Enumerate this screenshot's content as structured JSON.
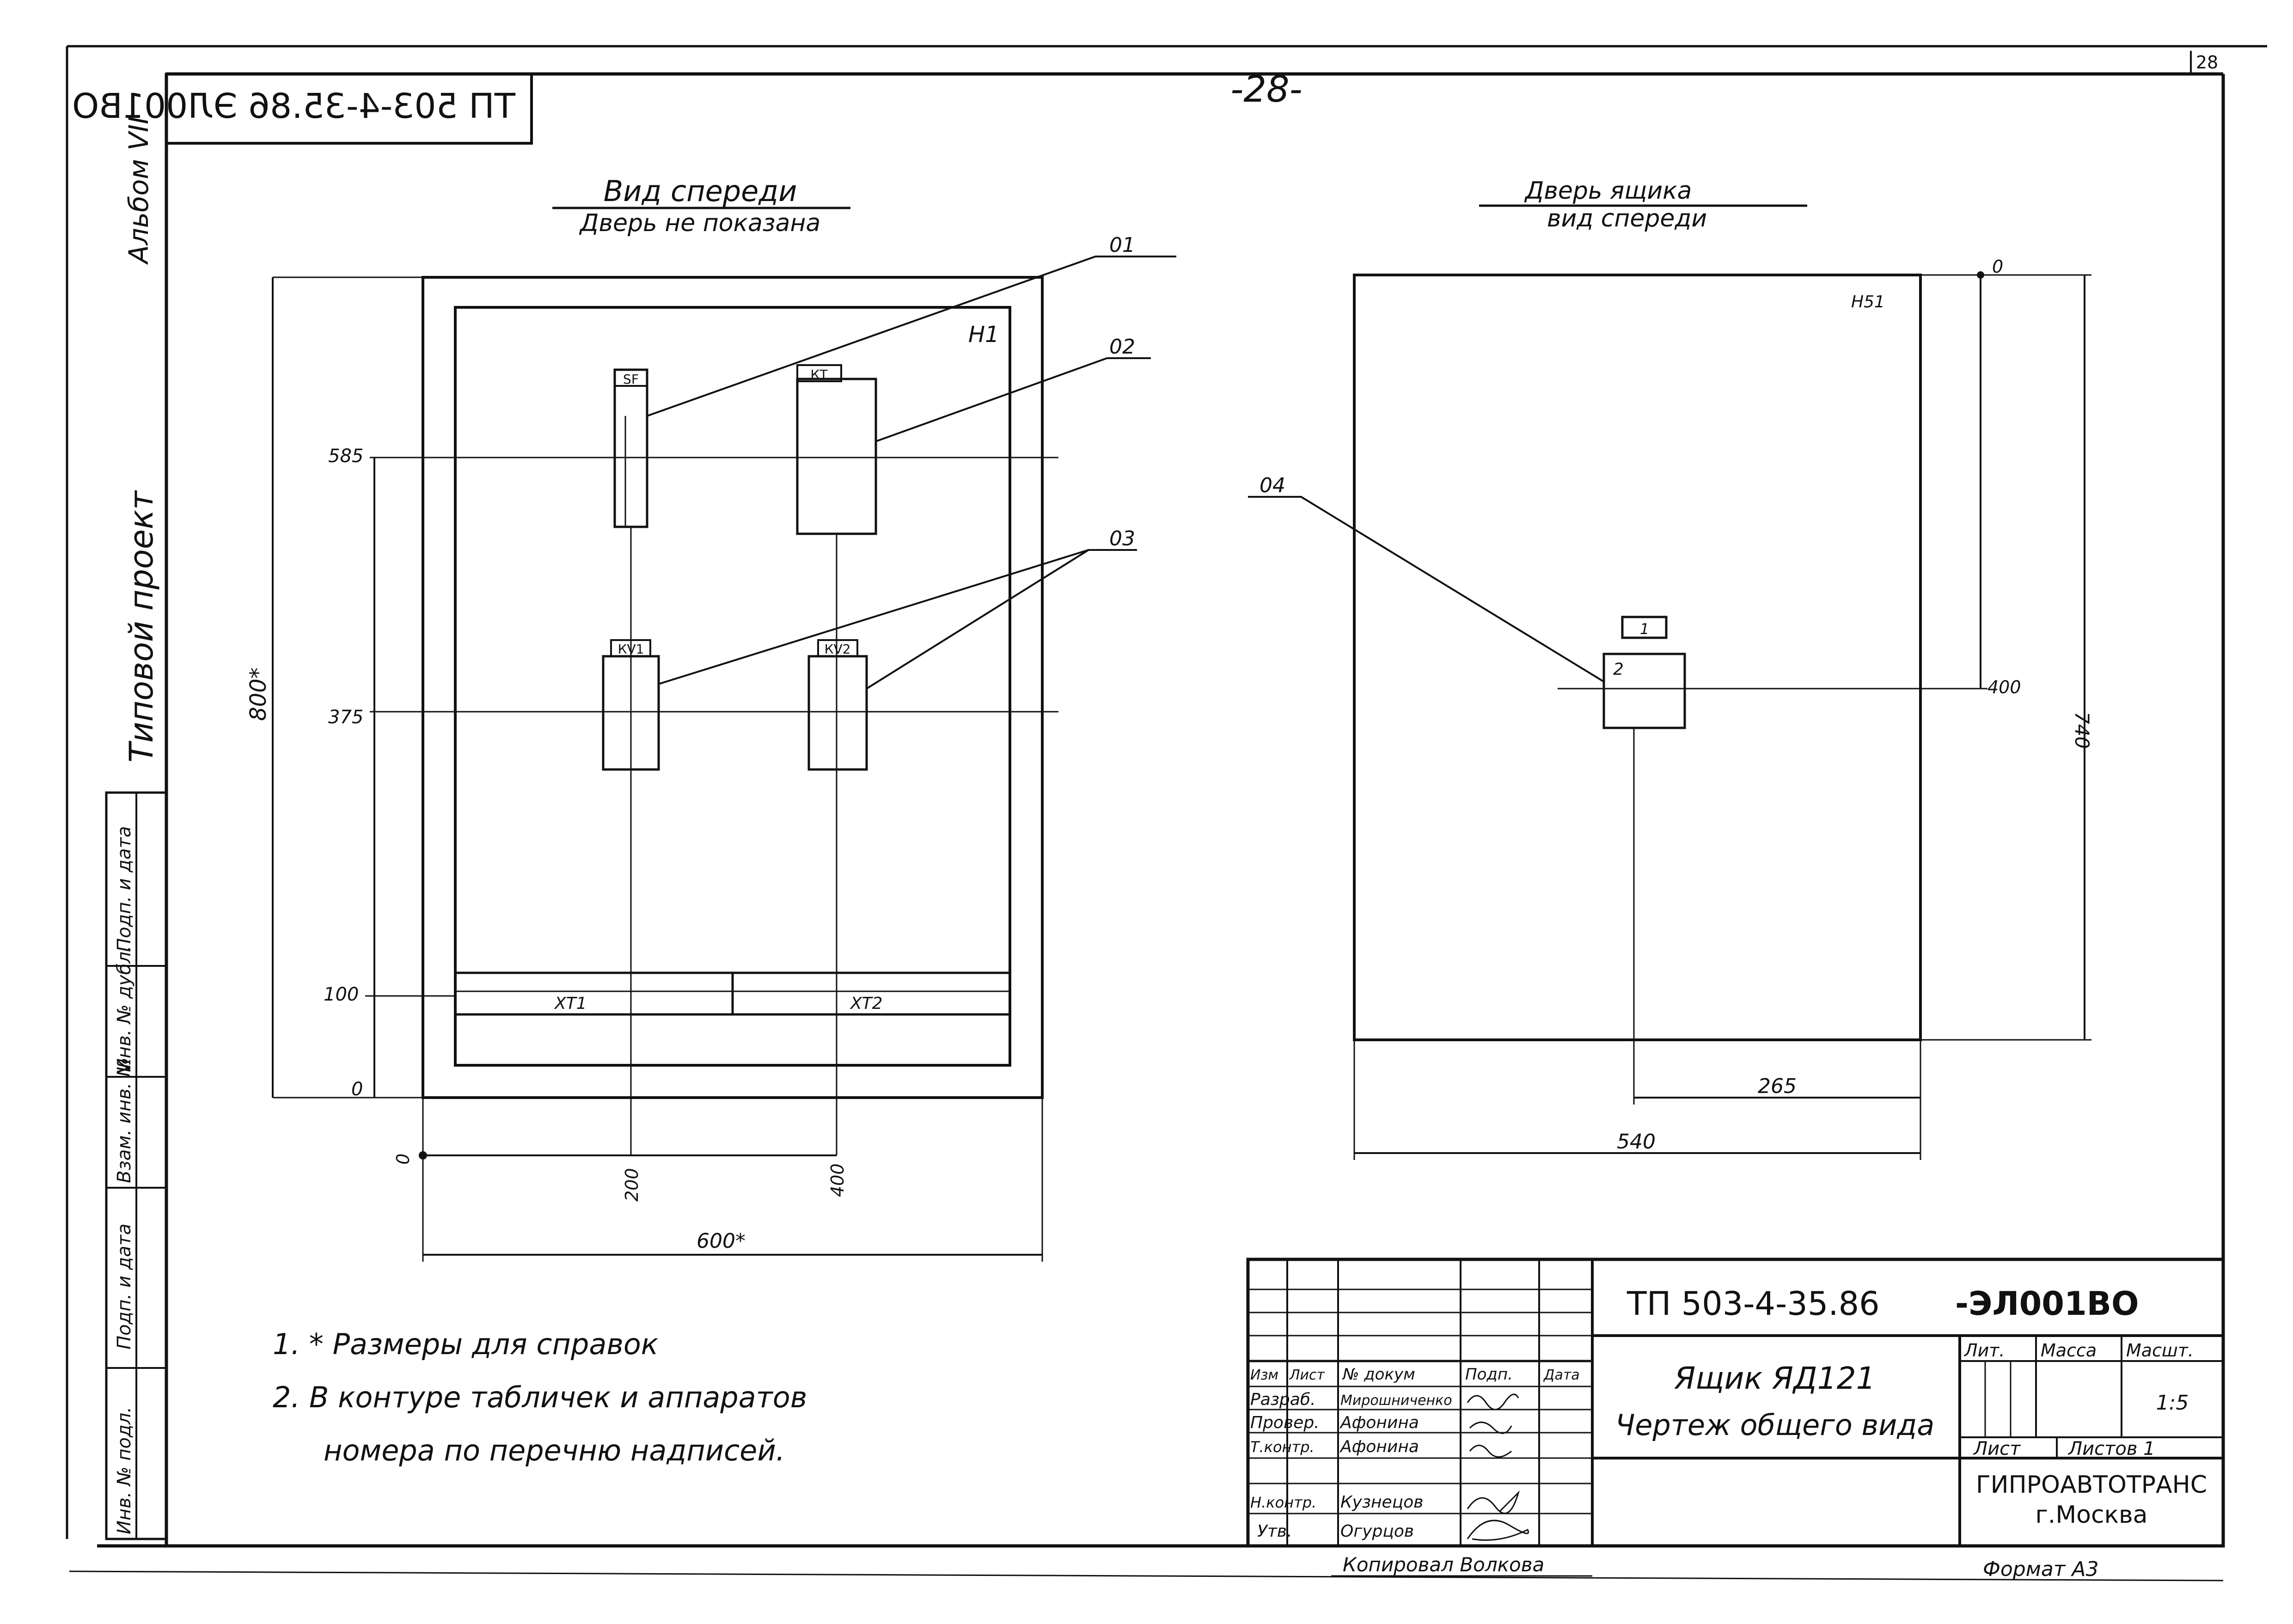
{
  "sheet": {
    "page_number": "-28-",
    "corner_number": "28",
    "doc_code_mirrored": "ТП 503-4-35.86 ЭЛ001ВО"
  },
  "side_frame": {
    "album": "Альбом VII",
    "project_type": "Типовой проект",
    "columns": [
      "Инв. № подл.",
      "Подп. и дата",
      "Взам. инв. №",
      "Инв. № дубл.",
      "Подп. и дата"
    ]
  },
  "front_view": {
    "title": "Вид спереди",
    "subtitle": "Дверь не показана",
    "panel_mark": "Н1",
    "devices": [
      {
        "tag": "SF",
        "leader": "01"
      },
      {
        "tag": "КТ",
        "leader": "02"
      },
      {
        "tag": "КV1",
        "leader": "03"
      },
      {
        "tag": "КV2",
        "leader": "03"
      }
    ],
    "terminal_blocks": [
      "ХТ1",
      "ХТ2"
    ],
    "dims": {
      "height_total": "800*",
      "width_total": "600*",
      "y_levels": [
        "0",
        "100",
        "375",
        "585"
      ],
      "x_levels": [
        "0",
        "200",
        "400"
      ]
    },
    "leader_labels": [
      "01",
      "02",
      "03"
    ]
  },
  "door_view": {
    "title": "Дверь ящика",
    "subtitle": "вид спереди",
    "panel_mark": "Н51",
    "leader_label": "04",
    "plate_labels": [
      "1",
      "2"
    ],
    "dims": {
      "origin": "0",
      "level": "400",
      "height": "740",
      "offset": "265",
      "width": "540"
    }
  },
  "notes": [
    "1. * Размеры для справок",
    "2. В контуре табличек и аппаратов",
    "номера по перечню надписей."
  ],
  "title_block": {
    "doc_code": "ТП 503-4-35.86",
    "doc_suffix": "-ЭЛ001ВО",
    "name_line1": "Ящик ЯД121",
    "name_line2": "Чертеж общего вида",
    "header_cols": [
      "Изм",
      "Лист",
      "№ докум",
      "Подп.",
      "Дата"
    ],
    "roles": [
      {
        "role": "Разраб.",
        "name": "Мирошниченко"
      },
      {
        "role": "Провер.",
        "name": "Афонина"
      },
      {
        "role": "Т.контр.",
        "name": "Афонина"
      },
      {
        "role": "Н.контр.",
        "name": "Кузнецов"
      },
      {
        "role": "Утв.",
        "name": "Огурцов"
      }
    ],
    "lit_label": "Лит.",
    "mass_label": "Масса",
    "scale_label": "Масшт.",
    "scale_value": "1:5",
    "sheet_label": "Лист",
    "sheets_label": "Листов 1",
    "org_line1": "ГИПРОАВТОТРАНС",
    "org_line2": "г.Москва",
    "copied_by": "Копировал Волкова",
    "format": "Формат А3"
  }
}
